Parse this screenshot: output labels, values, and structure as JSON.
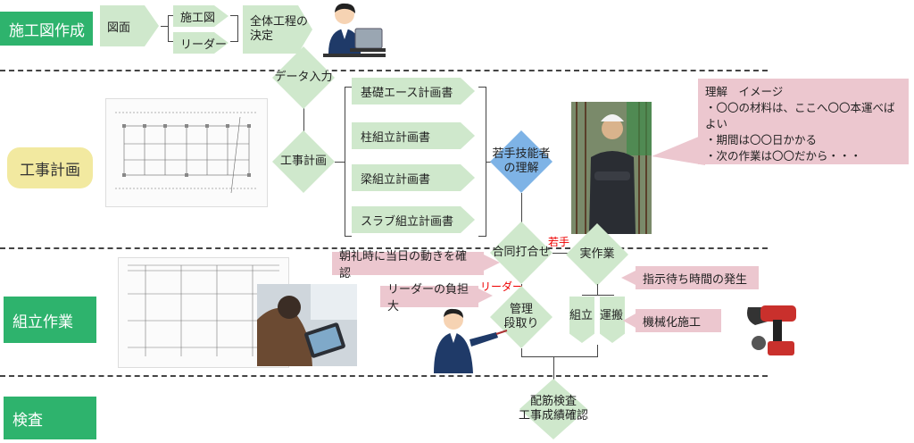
{
  "phases": {
    "drawing": "施工図作成",
    "planning": "工事計画",
    "assembly": "組立作業",
    "inspection": "検査"
  },
  "top_flow": {
    "drawings": "図面",
    "shop_drawing": "施工図",
    "leader": "リーダー",
    "process_decision": "全体工程の\n決定",
    "data_input": "データ入力"
  },
  "planning": {
    "node": "工事計画",
    "plans": [
      "基礎エース計画書",
      "柱組立計画書",
      "梁組立計画書",
      "スラブ組立計画書"
    ],
    "young_understanding": "若手技能者\nの理解",
    "callout_title": "理解　イメージ",
    "callout_lines": [
      "・〇〇の材料は、ここへ〇〇本運べばよい",
      "・期間は〇〇日かかる",
      "・次の作業は〇〇だから・・・"
    ]
  },
  "assembly": {
    "joint_meeting": "合同打合せ",
    "young_label": "若手",
    "leader_label": "リーダー",
    "actual_work": "実作業",
    "morning_check": "朝礼時に当日の動きを確認",
    "leader_burden": "リーダーの負担大",
    "management": "管理\n段取り",
    "assemble": "組立",
    "transport": "運搬",
    "waiting": "指示待ち時間の発生",
    "mechanize": "機械化施工"
  },
  "inspection": {
    "node": "配筋検査\n工事成績確認"
  },
  "colors": {
    "phase_green": "#2eb36d",
    "phase_yellow": "#f2e9a0",
    "node_green": "#cfe8cc",
    "diamond_blue": "#7eb3e6",
    "callout_pink": "#ecc7cf",
    "red_text": "#e00000"
  }
}
